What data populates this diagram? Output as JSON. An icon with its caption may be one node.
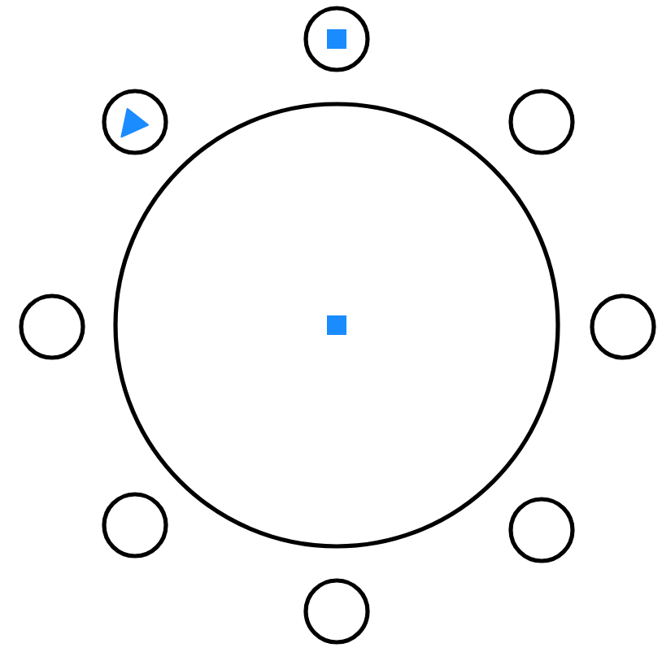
{
  "diagram": {
    "nodes": [
      {
        "text": [],
        "shape": "circle"
      },
      {
        "text": [],
        "shape": "circle"
      },
      {
        "text": [],
        "shape": "circle"
      },
      {
        "text": [],
        "shape": "circle"
      },
      {
        "text": [],
        "shape": "circle"
      },
      {
        "text": [],
        "shape": "circle"
      },
      {
        "text": [],
        "shape": "circle"
      },
      {
        "text": [],
        "shape": "circle"
      },
      {
        "text": [],
        "shape": "circle"
      }
    ]
  }
}
